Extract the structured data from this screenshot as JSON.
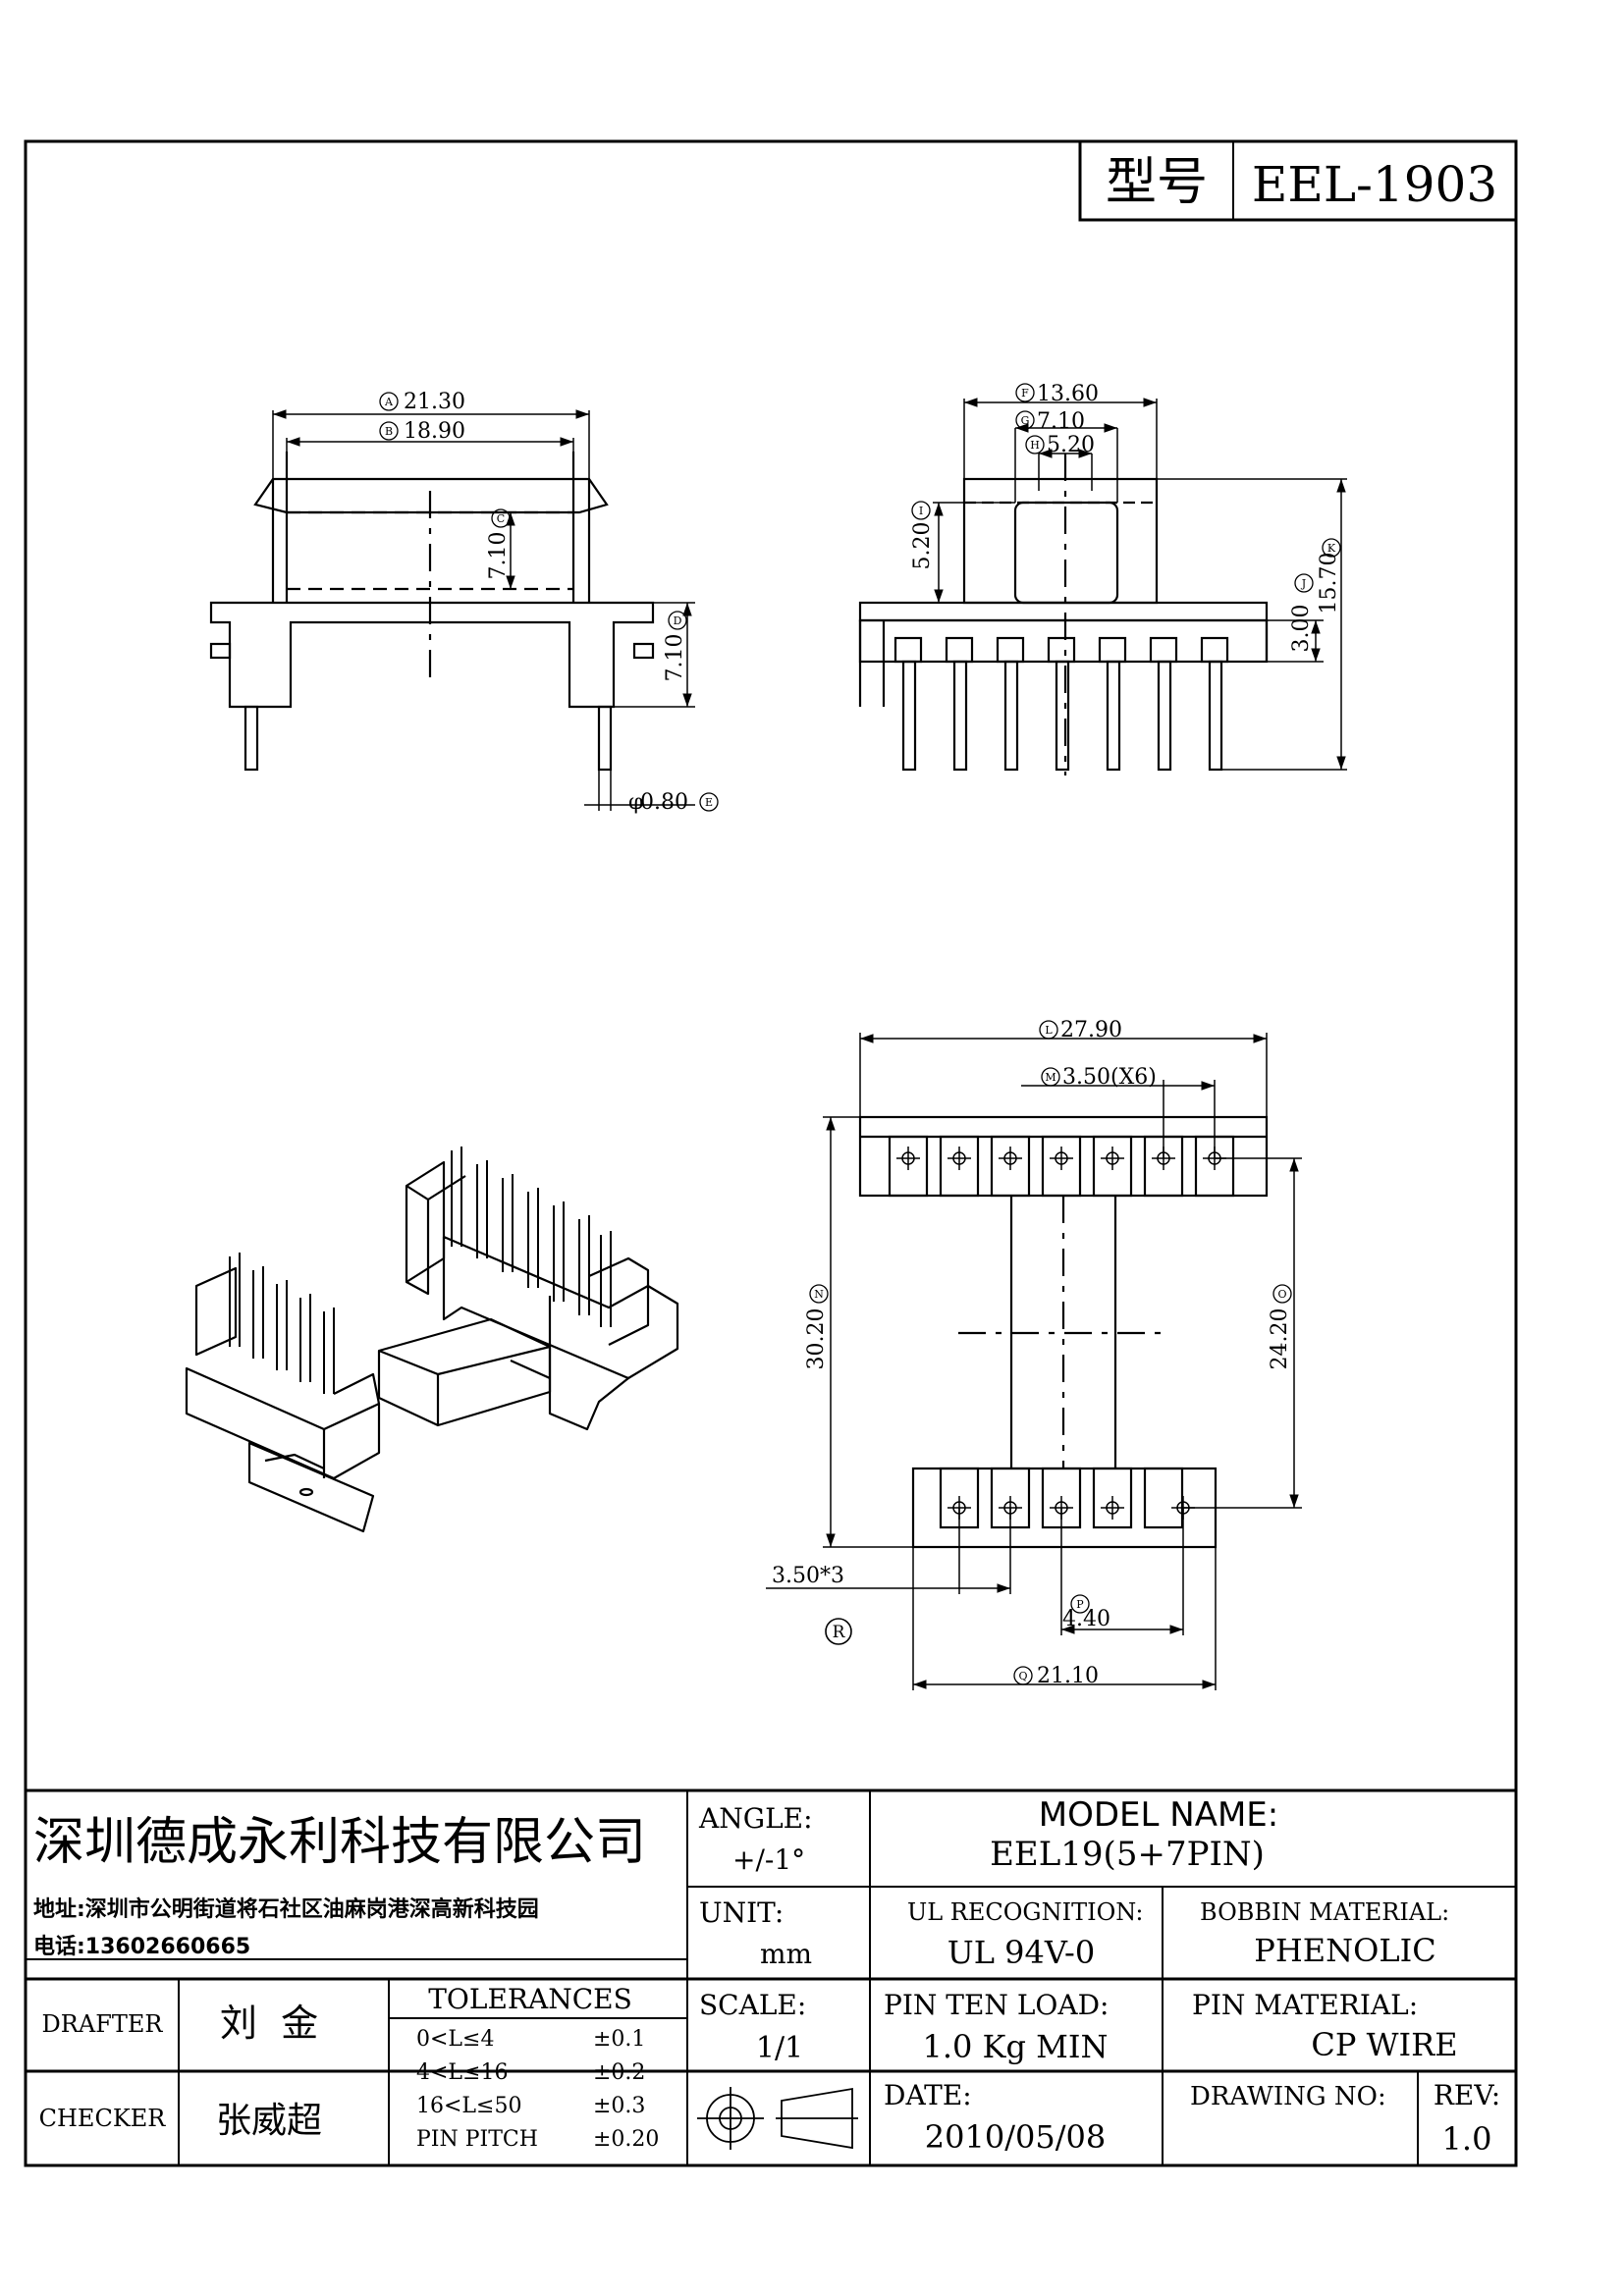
{
  "header": {
    "model_label": "型号",
    "model_code": "EEL-1903"
  },
  "dims": {
    "A": "21.30",
    "B": "18.90",
    "C": "7.10",
    "D": "7.10",
    "E": "0.80",
    "F": "13.60",
    "G": "7.10",
    "H": "5.20",
    "I": "5.20",
    "J": "3.00",
    "K": "15.70",
    "L": "27.90",
    "M": "3.50(X6)",
    "N": "30.20",
    "O": "24.20",
    "P": "4.40",
    "Q": "21.10",
    "R": "3.50*3"
  },
  "dim_letters": {
    "A": "A",
    "B": "B",
    "C": "C",
    "D": "D",
    "E": "E",
    "F": "F",
    "G": "G",
    "H": "H",
    "I": "I",
    "J": "J",
    "K": "K",
    "L": "L",
    "M": "M",
    "N": "N",
    "O": "O",
    "P": "P",
    "Q": "Q",
    "R": "R"
  },
  "symbols": {
    "diameter": "φ"
  },
  "title_block": {
    "company": "深圳德成永利科技有限公司",
    "address": "地址:深圳市公明街道将石社区油麻岗港深高新科技园",
    "phone": "电话:13602660665",
    "angle_label": "ANGLE:",
    "angle_value": "+/-1°",
    "model_name_label": "MODEL NAME:",
    "model_name_value": "EEL19(5+7PIN)",
    "unit_label": "UNIT:",
    "unit_value": "mm",
    "ul_label": "UL RECOGNITION:",
    "ul_value": "UL 94V-0",
    "bobbin_label": "BOBBIN MATERIAL:",
    "bobbin_value": "PHENOLIC",
    "drafter_label": "DRAFTER",
    "drafter_value": "刘  金",
    "tolerances_label": "TOLERANCES",
    "tol_rows": [
      {
        "range": "0<L≤4",
        "value": "±0.1"
      },
      {
        "range": "4<L≤16",
        "value": "±0.2"
      },
      {
        "range": "16<L≤50",
        "value": "±0.3"
      },
      {
        "range": "PIN PITCH",
        "value": "±0.20"
      }
    ],
    "scale_label": "SCALE:",
    "scale_value": "1/1",
    "pin_load_label": "PIN TEN LOAD:",
    "pin_load_value": "1.0 Kg MIN",
    "pin_material_label": "PIN MATERIAL:",
    "pin_material_value": "CP WIRE",
    "checker_label": "CHECKER",
    "checker_value": "张威超",
    "date_label": "DATE:",
    "date_value": "2010/05/08",
    "drawing_no_label": "DRAWING NO:",
    "drawing_no_value": "",
    "rev_label": "REV:",
    "rev_value": "1.0"
  }
}
